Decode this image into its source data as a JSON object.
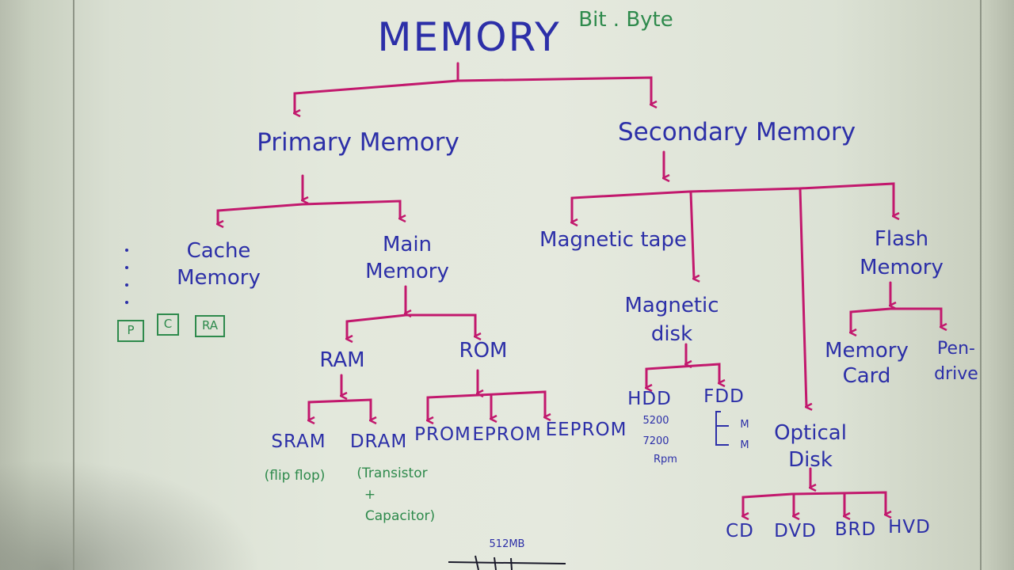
{
  "diagram": {
    "root": "MEMORY",
    "note": "Bit . Byte",
    "primary": {
      "label": "Primary Memory",
      "cache": "Cache Memory",
      "main": "Main Memory",
      "ram": "RAM",
      "rom": "ROM",
      "sram": "SRAM",
      "dram": "DRAM",
      "prom": "PROM",
      "eprom": "EPROM",
      "eeprom": "EEPROM",
      "sram_note": "(flip flop)",
      "dram_note1": "(Transistor",
      "dram_note2": "Capacitor)"
    },
    "secondary": {
      "label": "Secondary Memory",
      "magnetic_tape": "Magnetic tape",
      "magnetic_disk": "Magnetic disk",
      "optical_disk": "Optical Disk",
      "flash_memory": "Flash Memory",
      "hdd": "HDD",
      "fdd": "FDD",
      "rpm1": "5200",
      "rpm2": "7200",
      "rpm_unit": "Rpm",
      "fdd_m1": "M",
      "fdd_m2": "M",
      "cd": "CD",
      "dvd": "DVD",
      "brd": "BRD",
      "hvd": "HVD",
      "memory_card": "Memory Card",
      "pen_drive": "Pen-drive"
    },
    "side_boxes": [
      "P",
      "C",
      "RA"
    ],
    "bottom_note": "512MB"
  }
}
